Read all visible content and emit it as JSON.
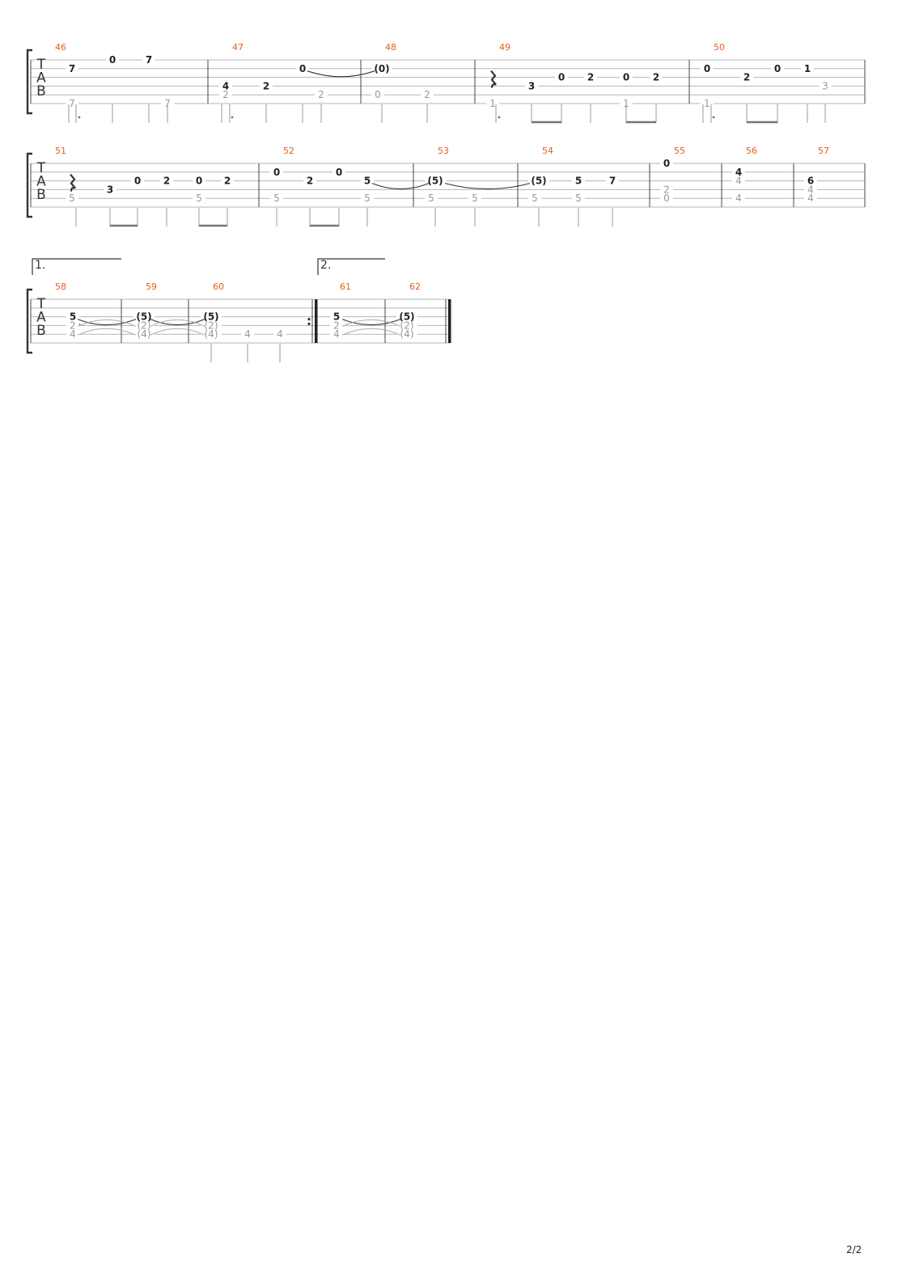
{
  "page_number": "2/2",
  "clef_letters": [
    "T",
    "A",
    "B"
  ],
  "colors": {
    "measure_number": "#e2601e",
    "hi_note": "#222222",
    "lo_note": "#999999",
    "line": "#aaaaaa"
  },
  "systems": [
    {
      "measures": [
        {
          "number": "46",
          "notes": [
            {
              "s": 1,
              "f": "7",
              "hi": true
            },
            {
              "s": 5,
              "f": "7",
              "hi": false
            },
            {
              "s": 0,
              "f": "0",
              "hi": true
            },
            {
              "s": 0,
              "f": "7",
              "hi": true
            },
            {
              "s": 5,
              "f": "7",
              "hi": false
            }
          ]
        },
        {
          "number": "47",
          "notes": [
            {
              "s": 3,
              "f": "4",
              "hi": true
            },
            {
              "s": 4,
              "f": "2",
              "hi": false
            },
            {
              "s": 3,
              "f": "2",
              "hi": true
            },
            {
              "s": 1,
              "f": "0",
              "hi": true
            },
            {
              "s": 4,
              "f": "2",
              "hi": false
            }
          ]
        },
        {
          "number": "48",
          "notes": [
            {
              "s": 1,
              "f": "(0)",
              "hi": true
            },
            {
              "s": 4,
              "f": "0",
              "hi": false
            },
            {
              "s": 4,
              "f": "2",
              "hi": false
            }
          ]
        },
        {
          "number": "49",
          "notes": [
            {
              "s": 5,
              "f": "1",
              "hi": false
            },
            {
              "s": 3,
              "f": "3",
              "hi": true
            },
            {
              "s": 2,
              "f": "0",
              "hi": true
            },
            {
              "s": 2,
              "f": "2",
              "hi": true
            },
            {
              "s": 2,
              "f": "0",
              "hi": true
            },
            {
              "s": 5,
              "f": "1",
              "hi": false
            },
            {
              "s": 2,
              "f": "2",
              "hi": true
            }
          ]
        },
        {
          "number": "50",
          "notes": [
            {
              "s": 1,
              "f": "0",
              "hi": true
            },
            {
              "s": 5,
              "f": "1",
              "hi": false
            },
            {
              "s": 2,
              "f": "2",
              "hi": true
            },
            {
              "s": 1,
              "f": "0",
              "hi": true
            },
            {
              "s": 1,
              "f": "1",
              "hi": true
            },
            {
              "s": 3,
              "f": "3",
              "hi": false
            }
          ]
        }
      ]
    },
    {
      "measures": [
        {
          "number": "51",
          "notes": [
            {
              "s": 4,
              "f": "5",
              "hi": false
            },
            {
              "s": 3,
              "f": "3",
              "hi": true
            },
            {
              "s": 2,
              "f": "0",
              "hi": true
            },
            {
              "s": 2,
              "f": "2",
              "hi": true
            },
            {
              "s": 2,
              "f": "0",
              "hi": true
            },
            {
              "s": 4,
              "f": "5",
              "hi": false
            },
            {
              "s": 2,
              "f": "2",
              "hi": true
            }
          ]
        },
        {
          "number": "52",
          "notes": [
            {
              "s": 1,
              "f": "0",
              "hi": true
            },
            {
              "s": 4,
              "f": "5",
              "hi": false
            },
            {
              "s": 2,
              "f": "2",
              "hi": true
            },
            {
              "s": 1,
              "f": "0",
              "hi": true
            },
            {
              "s": 2,
              "f": "5",
              "hi": true
            },
            {
              "s": 4,
              "f": "5",
              "hi": false
            }
          ]
        },
        {
          "number": "53",
          "notes": [
            {
              "s": 2,
              "f": "(5)",
              "hi": true
            },
            {
              "s": 4,
              "f": "5",
              "hi": false
            },
            {
              "s": 4,
              "f": "5",
              "hi": false
            }
          ]
        },
        {
          "number": "54",
          "notes": [
            {
              "s": 2,
              "f": "(5)",
              "hi": true
            },
            {
              "s": 4,
              "f": "5",
              "hi": false
            },
            {
              "s": 2,
              "f": "5",
              "hi": true
            },
            {
              "s": 4,
              "f": "5",
              "hi": false
            },
            {
              "s": 2,
              "f": "7",
              "hi": true
            }
          ]
        },
        {
          "number": "55",
          "notes": [
            {
              "s": 0,
              "f": "0",
              "hi": true
            },
            {
              "s": 3,
              "f": "2",
              "hi": false
            },
            {
              "s": 4,
              "f": "0",
              "hi": false
            }
          ]
        },
        {
          "number": "56",
          "notes": [
            {
              "s": 1,
              "f": "4",
              "hi": true
            },
            {
              "s": 2,
              "f": "4",
              "hi": false
            },
            {
              "s": 4,
              "f": "4",
              "hi": false
            }
          ]
        },
        {
          "number": "57",
          "notes": [
            {
              "s": 2,
              "f": "6",
              "hi": true
            },
            {
              "s": 3,
              "f": "4",
              "hi": false
            },
            {
              "s": 4,
              "f": "4",
              "hi": false
            }
          ]
        }
      ]
    },
    {
      "endings": [
        "1.",
        "2."
      ],
      "measures": [
        {
          "number": "58",
          "notes": [
            {
              "s": 2,
              "f": "5",
              "hi": true
            },
            {
              "s": 3,
              "f": "2",
              "hi": false
            },
            {
              "s": 4,
              "f": "4",
              "hi": false
            }
          ]
        },
        {
          "number": "59",
          "notes": [
            {
              "s": 2,
              "f": "(5)",
              "hi": true
            },
            {
              "s": 3,
              "f": "(2)",
              "hi": false
            },
            {
              "s": 4,
              "f": "(4)",
              "hi": false
            }
          ]
        },
        {
          "number": "60",
          "notes": [
            {
              "s": 2,
              "f": "(5)",
              "hi": true
            },
            {
              "s": 3,
              "f": "(2)",
              "hi": false
            },
            {
              "s": 4,
              "f": "(4)",
              "hi": false
            },
            {
              "s": 4,
              "f": "4",
              "hi": false
            },
            {
              "s": 4,
              "f": "4",
              "hi": false
            }
          ]
        },
        {
          "number": "61",
          "notes": [
            {
              "s": 2,
              "f": "5",
              "hi": true
            },
            {
              "s": 3,
              "f": "2",
              "hi": false
            },
            {
              "s": 4,
              "f": "4",
              "hi": false
            }
          ]
        },
        {
          "number": "62",
          "notes": [
            {
              "s": 2,
              "f": "(5)",
              "hi": true
            },
            {
              "s": 3,
              "f": "(2)",
              "hi": false
            },
            {
              "s": 4,
              "f": "(4)",
              "hi": false
            }
          ]
        }
      ]
    }
  ]
}
